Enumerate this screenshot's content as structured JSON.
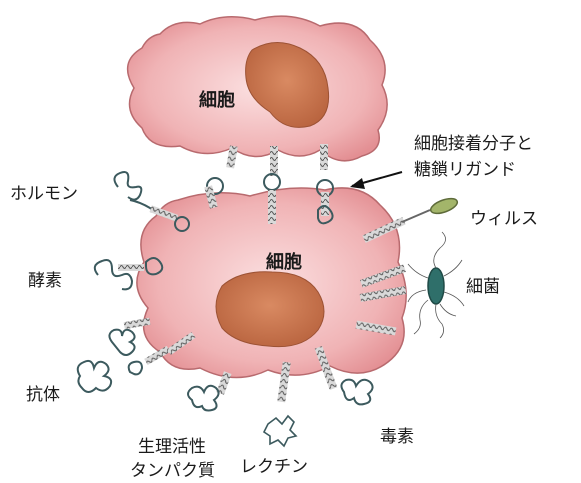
{
  "diagram": {
    "upper_cell_label": "細胞",
    "lower_cell_label": "細胞",
    "adhesion_label_line1": "細胞接着分子と",
    "adhesion_label_line2": "糖鎖リガンド",
    "labels": {
      "hormone": "ホルモン",
      "enzyme": "酵素",
      "antibody": "抗体",
      "bioactive_line1": "生理活性",
      "bioactive_line2": "タンパク質",
      "lectin": "レクチン",
      "toxin": "毒素",
      "virus": "ウィルス",
      "bacteria": "細菌"
    },
    "colors": {
      "cytoplasm": "#e9a0a3",
      "cytoplasm_edge": "#a85a5e",
      "nucleus": "#c9744f",
      "receptor": "#6f6f6f",
      "ligand": "#3c5a5e"
    }
  }
}
